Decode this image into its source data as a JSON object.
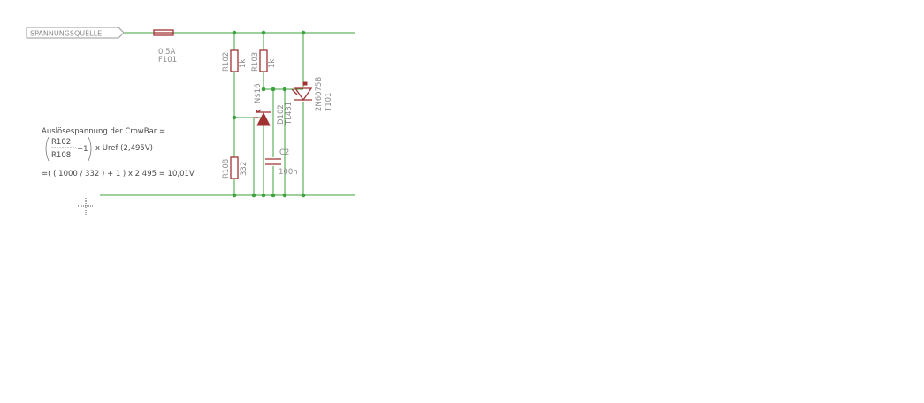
{
  "net_label": "SPANNUNGSQUELLE",
  "fuse": {
    "value": "0,5A",
    "name": "F101"
  },
  "r102": {
    "name": "R102",
    "value": "1k"
  },
  "r103": {
    "name": "R103",
    "value": "1k"
  },
  "r108": {
    "name": "R108",
    "value": "332"
  },
  "d102": {
    "name": "D102",
    "value": "TL431"
  },
  "c2": {
    "name": "C2",
    "value": "100n"
  },
  "t101": {
    "name": "T101",
    "value": "2N6075B"
  },
  "led": {
    "name": "N$16"
  },
  "formula": {
    "title": "Auslösespannung der CrowBar =",
    "numerator": "R102",
    "denominator": "R108",
    "plus_one": "+1",
    "uref": "x Uref (2,495V)",
    "result": "=( ( 1000 / 332 ) + 1 ) x 2,495 = 10,01V"
  },
  "colors": {
    "wire": "#3ea33e",
    "part": "#a03232",
    "text": "#8a8a8a"
  }
}
